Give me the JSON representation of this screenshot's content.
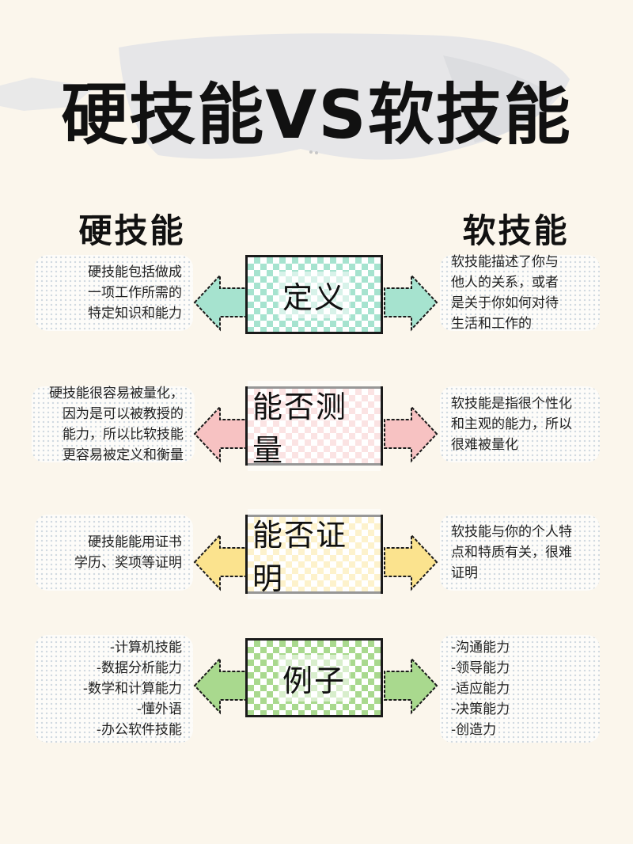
{
  "title": "硬技能VS软技能",
  "columns": {
    "left": "硬技能",
    "right": "软技能"
  },
  "rows": [
    {
      "label": "定义",
      "color": "#a6e3cf",
      "left": [
        "硬技能包括做成",
        "一项工作所需的",
        "特定知识和能力"
      ],
      "right": [
        "软技能描述了你与",
        "他人的关系，或者",
        "是关于你如何对待",
        "生活和工作的"
      ]
    },
    {
      "label": "能否测量",
      "color": "#f7c2c2",
      "left": [
        "硬技能很容易被量化，",
        "因为是可以被教授的",
        "能力，所以比软技能",
        "更容易被定义和衡量"
      ],
      "right": [
        "软技能是指很个性化",
        "和主观的能力，所以",
        "很难被量化"
      ]
    },
    {
      "label": "能否证明",
      "color": "#fbe38e",
      "left": [
        "硬技能能用证书",
        "学历、奖项等证明"
      ],
      "right": [
        "软技能与你的个人特",
        "点和特质有关，很难",
        "证明"
      ]
    },
    {
      "label": "例子",
      "color": "#a9d98e",
      "left": [
        "-计算机技能",
        "-数据分析能力",
        "-数学和计算能力",
        "-懂外语",
        "-办公软件技能"
      ],
      "right": [
        "-沟通能力",
        "-领导能力",
        "-适应能力",
        "-决策能力",
        "-创造力"
      ]
    }
  ]
}
